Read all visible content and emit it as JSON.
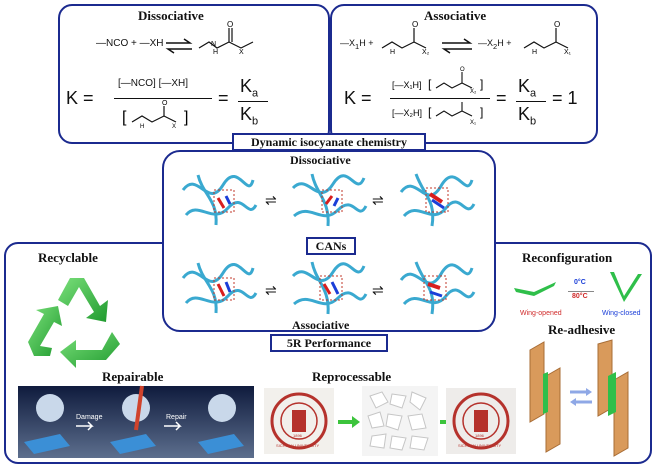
{
  "top_left": {
    "title": "Dissociative",
    "reaction_left": "—NCO + —XH",
    "k_symbol": "K =",
    "num_left": "—NCO",
    "num_right": "—XH",
    "den_x": "X",
    "ka": "K",
    "ka_sub": "a",
    "kb": "K",
    "kb_sub": "b",
    "equals": "="
  },
  "top_right": {
    "title": "Associative",
    "r1": "—X",
    "r1_sub": "1",
    "r1_h": "H",
    "plus": "+",
    "x2_label": "X",
    "x2_sub": "2",
    "r2": "—X",
    "r2_sub": "2",
    "r2_h": "H",
    "x1_label": "X",
    "x1_sub": "1",
    "k_symbol": "K =",
    "num_bracket": "—X1H",
    "den_bracket": "—X2H",
    "ka": "K",
    "ka_sub": "a",
    "kb": "K",
    "kb_sub": "b",
    "equals_one": "= 1"
  },
  "center_tag": "Dynamic isocyanate chemistry",
  "middle": {
    "top_label": "Dissociative",
    "cans_label": "CANs",
    "bottom_label": "Associative",
    "perf_tag": "5R Performance"
  },
  "bottom": {
    "recyclable": "Recyclable",
    "reconfiguration": "Reconfiguration",
    "wing_opened": "Wing-opened",
    "temp_low": "0°C",
    "temp_high": "80°C",
    "wing_closed": "Wing-closed",
    "readhesive": "Re-adhesive",
    "repairable": "Repairable",
    "damage": "Damage",
    "repair": "Repair",
    "reprocessable": "Reprocessable",
    "seal_text": "SICHUAN UNIVERSITY",
    "seal_year": "1896"
  },
  "colors": {
    "frame": "#1b2a8f",
    "polymer": "#3aa9d0",
    "bond_red": "#d81e1e",
    "bond_blue": "#1a3ed8",
    "recycle_green": "#3cc43c",
    "wood": "#d99a5b",
    "seal_red": "#b5322c"
  }
}
